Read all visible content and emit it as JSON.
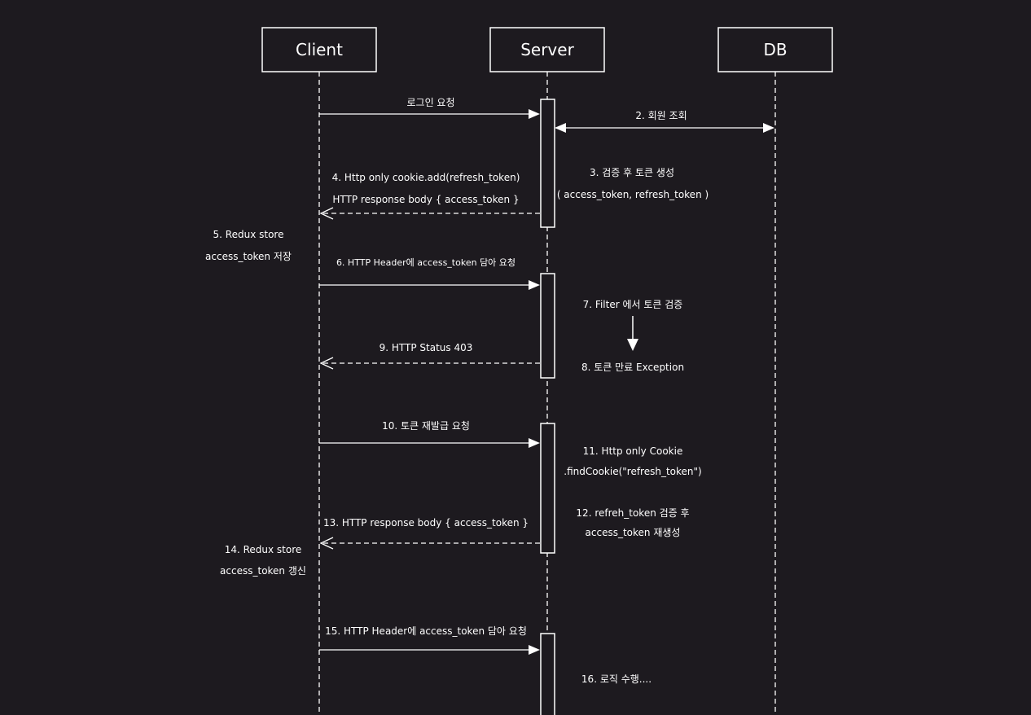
{
  "actors": {
    "client": "Client",
    "server": "Server",
    "db": "DB"
  },
  "messages": {
    "m1": "로그인 요청",
    "m2": "2. 회원 조회",
    "m3_line1": "3. 검증 후 토큰 생성",
    "m3_line2": "( access_token, refresh_token )",
    "m4_line1": "4. Http only cookie.add(refresh_token)",
    "m4_line2": "HTTP response body { access_token }",
    "m5_line1": "5. Redux store",
    "m5_line2": "access_token 저장",
    "m6": "6. HTTP Header에 access_token 담아 요청",
    "m7": "7. Filter 에서 토큰 검증",
    "m8": "8. 토큰 만료 Exception",
    "m9": "9. HTTP Status 403",
    "m10": "10. 토큰 재발급 요청",
    "m11_line1": "11. Http only Cookie",
    "m11_line2": ".findCookie(\"refresh_token\")",
    "m12_line1": "12. refreh_token 검증 후",
    "m12_line2": "access_token 재생성",
    "m13": "13. HTTP response body { access_token }",
    "m14_line1": "14. Redux store",
    "m14_line2": "access_token 갱신",
    "m15": "15. HTTP Header에 access_token 담아 요청",
    "m16": "16. 로직 수행...."
  },
  "colors": {
    "background": "#1d1a1f",
    "stroke": "#ffffff"
  }
}
